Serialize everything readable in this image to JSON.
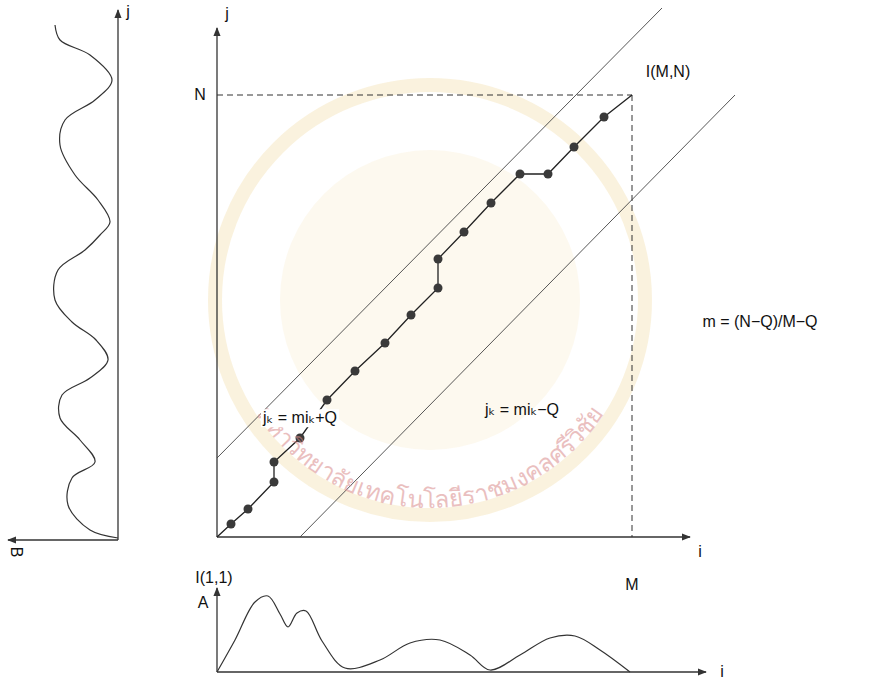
{
  "diagram": {
    "labels": [
      "j",
      "B",
      "j",
      "N",
      "I(M,N)",
      "jₖ = miₖ+Q",
      "m = (N−Q)/M−Q",
      "jₖ = miₖ−Q",
      "I(1,1)",
      "M",
      "i",
      "A",
      "i",
      "มหาวิทยาลัยเทคโนโลยีราชมงคลศรีวิชัย"
    ]
  }
}
